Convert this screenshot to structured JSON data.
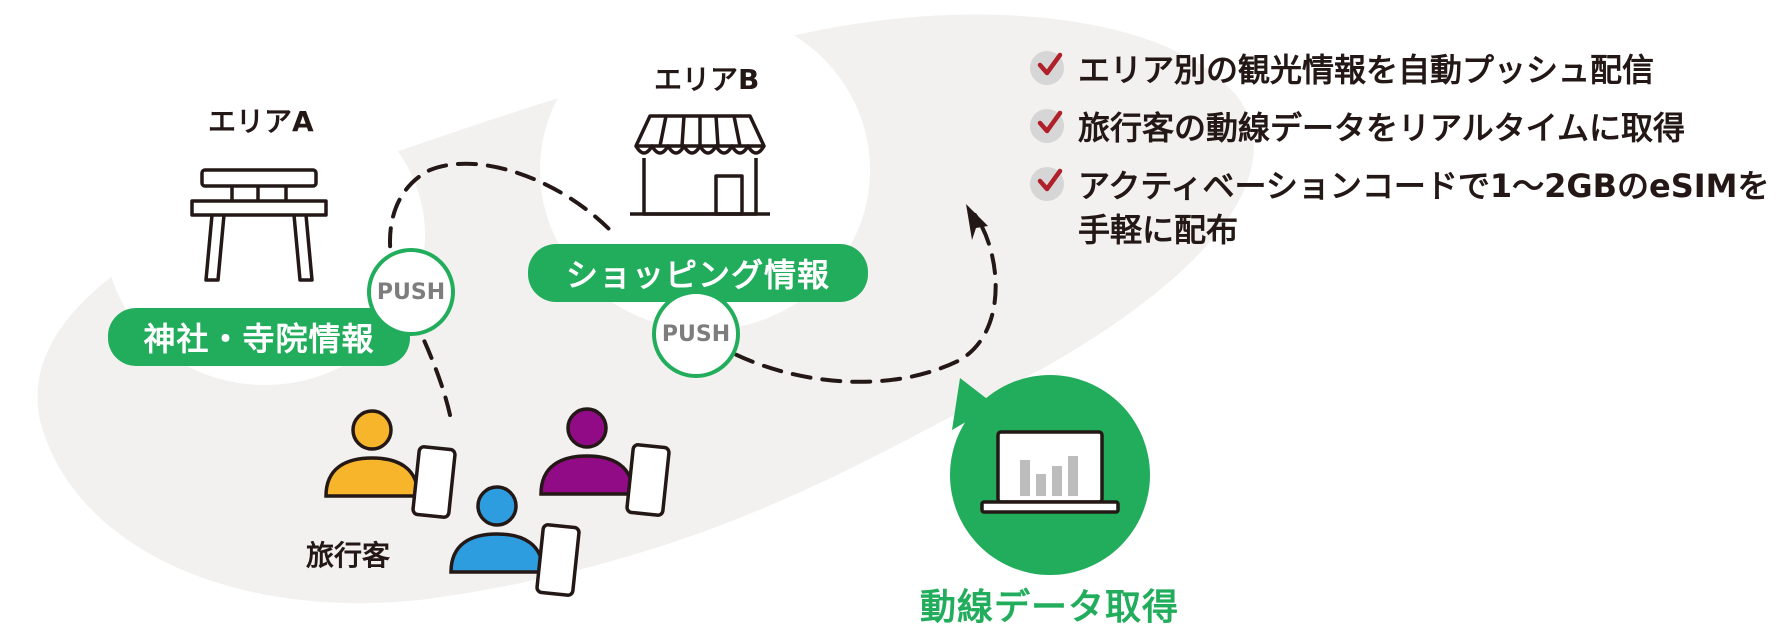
{
  "areas": {
    "a": {
      "label": "エリアA",
      "info": "神社・寺院情報"
    },
    "b": {
      "label": "エリアB",
      "info": "ショッピング情報"
    }
  },
  "push_label": "PUSH",
  "travelers_label": "旅行客",
  "data_capture_label": "動線データ取得",
  "features": [
    {
      "text": "エリア別の観光情報を自動プッシュ配信"
    },
    {
      "text": "旅行客の動線データをリアルタイムに取得"
    },
    {
      "text": "アクティベーションコードで1〜2GBのeSIMを手軽に配布"
    }
  ],
  "colors": {
    "accent_green": "#22ad5c",
    "check_red": "#b0202a",
    "traveler_yellow": "#f7b52c",
    "traveler_purple": "#920b86",
    "traveler_blue": "#2d9de0",
    "background_blob": "#f2f1ef"
  },
  "icons": {
    "area_a": "shrine-gate-icon",
    "area_b": "storefront-icon",
    "data": "laptop-chart-icon",
    "check": "check-icon"
  }
}
